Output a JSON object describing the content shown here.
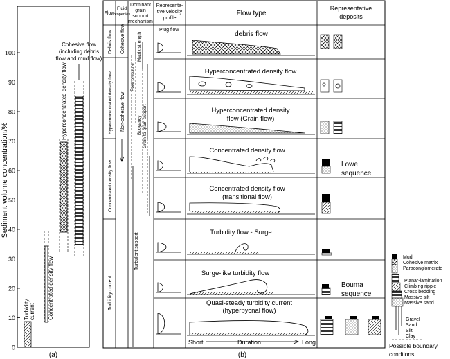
{
  "panel_a": {
    "ylabel": "Sediment volume concentration/%",
    "yticks": [
      "0",
      "10",
      "20",
      "30",
      "40",
      "50",
      "60",
      "70",
      "80",
      "90",
      "100"
    ],
    "labels": {
      "turbidity_current": [
        "Turbidity",
        "current"
      ],
      "concentrated": "Concentrated density flow",
      "hyperconcentrated": "Hyperconcentrated density flow",
      "cohesive": [
        "Cohesive flow",
        "(including debris",
        "flow and mud flow)"
      ]
    },
    "caption": "(a)"
  },
  "panel_b": {
    "headers": {
      "flow": "Flow",
      "fluid": [
        "Fluid",
        "properties"
      ],
      "support": [
        "Dominant",
        "grain",
        "support",
        "mechanism"
      ],
      "velocity": [
        "Representa-",
        "tive velocity",
        "profile"
      ],
      "flow_type": "Flow type",
      "deposits": [
        "Representative",
        "deposits"
      ]
    },
    "flow_col": [
      "Debris flow",
      "Hyperconcentrated density flow",
      "Concentrated density flow",
      "Turbidity current"
    ],
    "fluid_col": [
      "Cohesive flow",
      "Non-cohesive flow"
    ],
    "support_col": [
      "Pore pressure",
      "Matrix strength",
      "Buoyancy",
      "Grain-to-grain support",
      "Turbulent support"
    ],
    "plug_flow": "Plug flow",
    "flow_types": [
      [
        "debris flow"
      ],
      [
        "Hyperconcentrated density flow"
      ],
      [
        "Hyperconcentrated density",
        "flow (Grain flow)"
      ],
      [
        "Concentrated density flow"
      ],
      [
        "Concentrated density flow",
        "(transitional flow)"
      ],
      [
        "Turbidity flow - Surge"
      ],
      [
        "Surge-like turbidity flow"
      ],
      [
        "Quasi-steady turbidity current",
        "(hyperpycnal flow)"
      ]
    ],
    "duration": {
      "short": "Short",
      "label": "Duration",
      "long": "Long"
    },
    "lowe": [
      "Lowe",
      "sequence"
    ],
    "bouma": [
      "Bouma",
      "sequence"
    ],
    "caption": "(b)"
  },
  "legend": {
    "items": [
      "Mud",
      "Cohesive matrix",
      "Paraconglomerate",
      "Planar-lamination",
      "Climbing ripple",
      "Cross bedding",
      "Massive silt",
      "Massive sand"
    ],
    "grain": [
      "Gravel",
      "Sand",
      "Silt",
      "Clay"
    ],
    "boundary": [
      "Possible boundary",
      "condtions"
    ]
  }
}
